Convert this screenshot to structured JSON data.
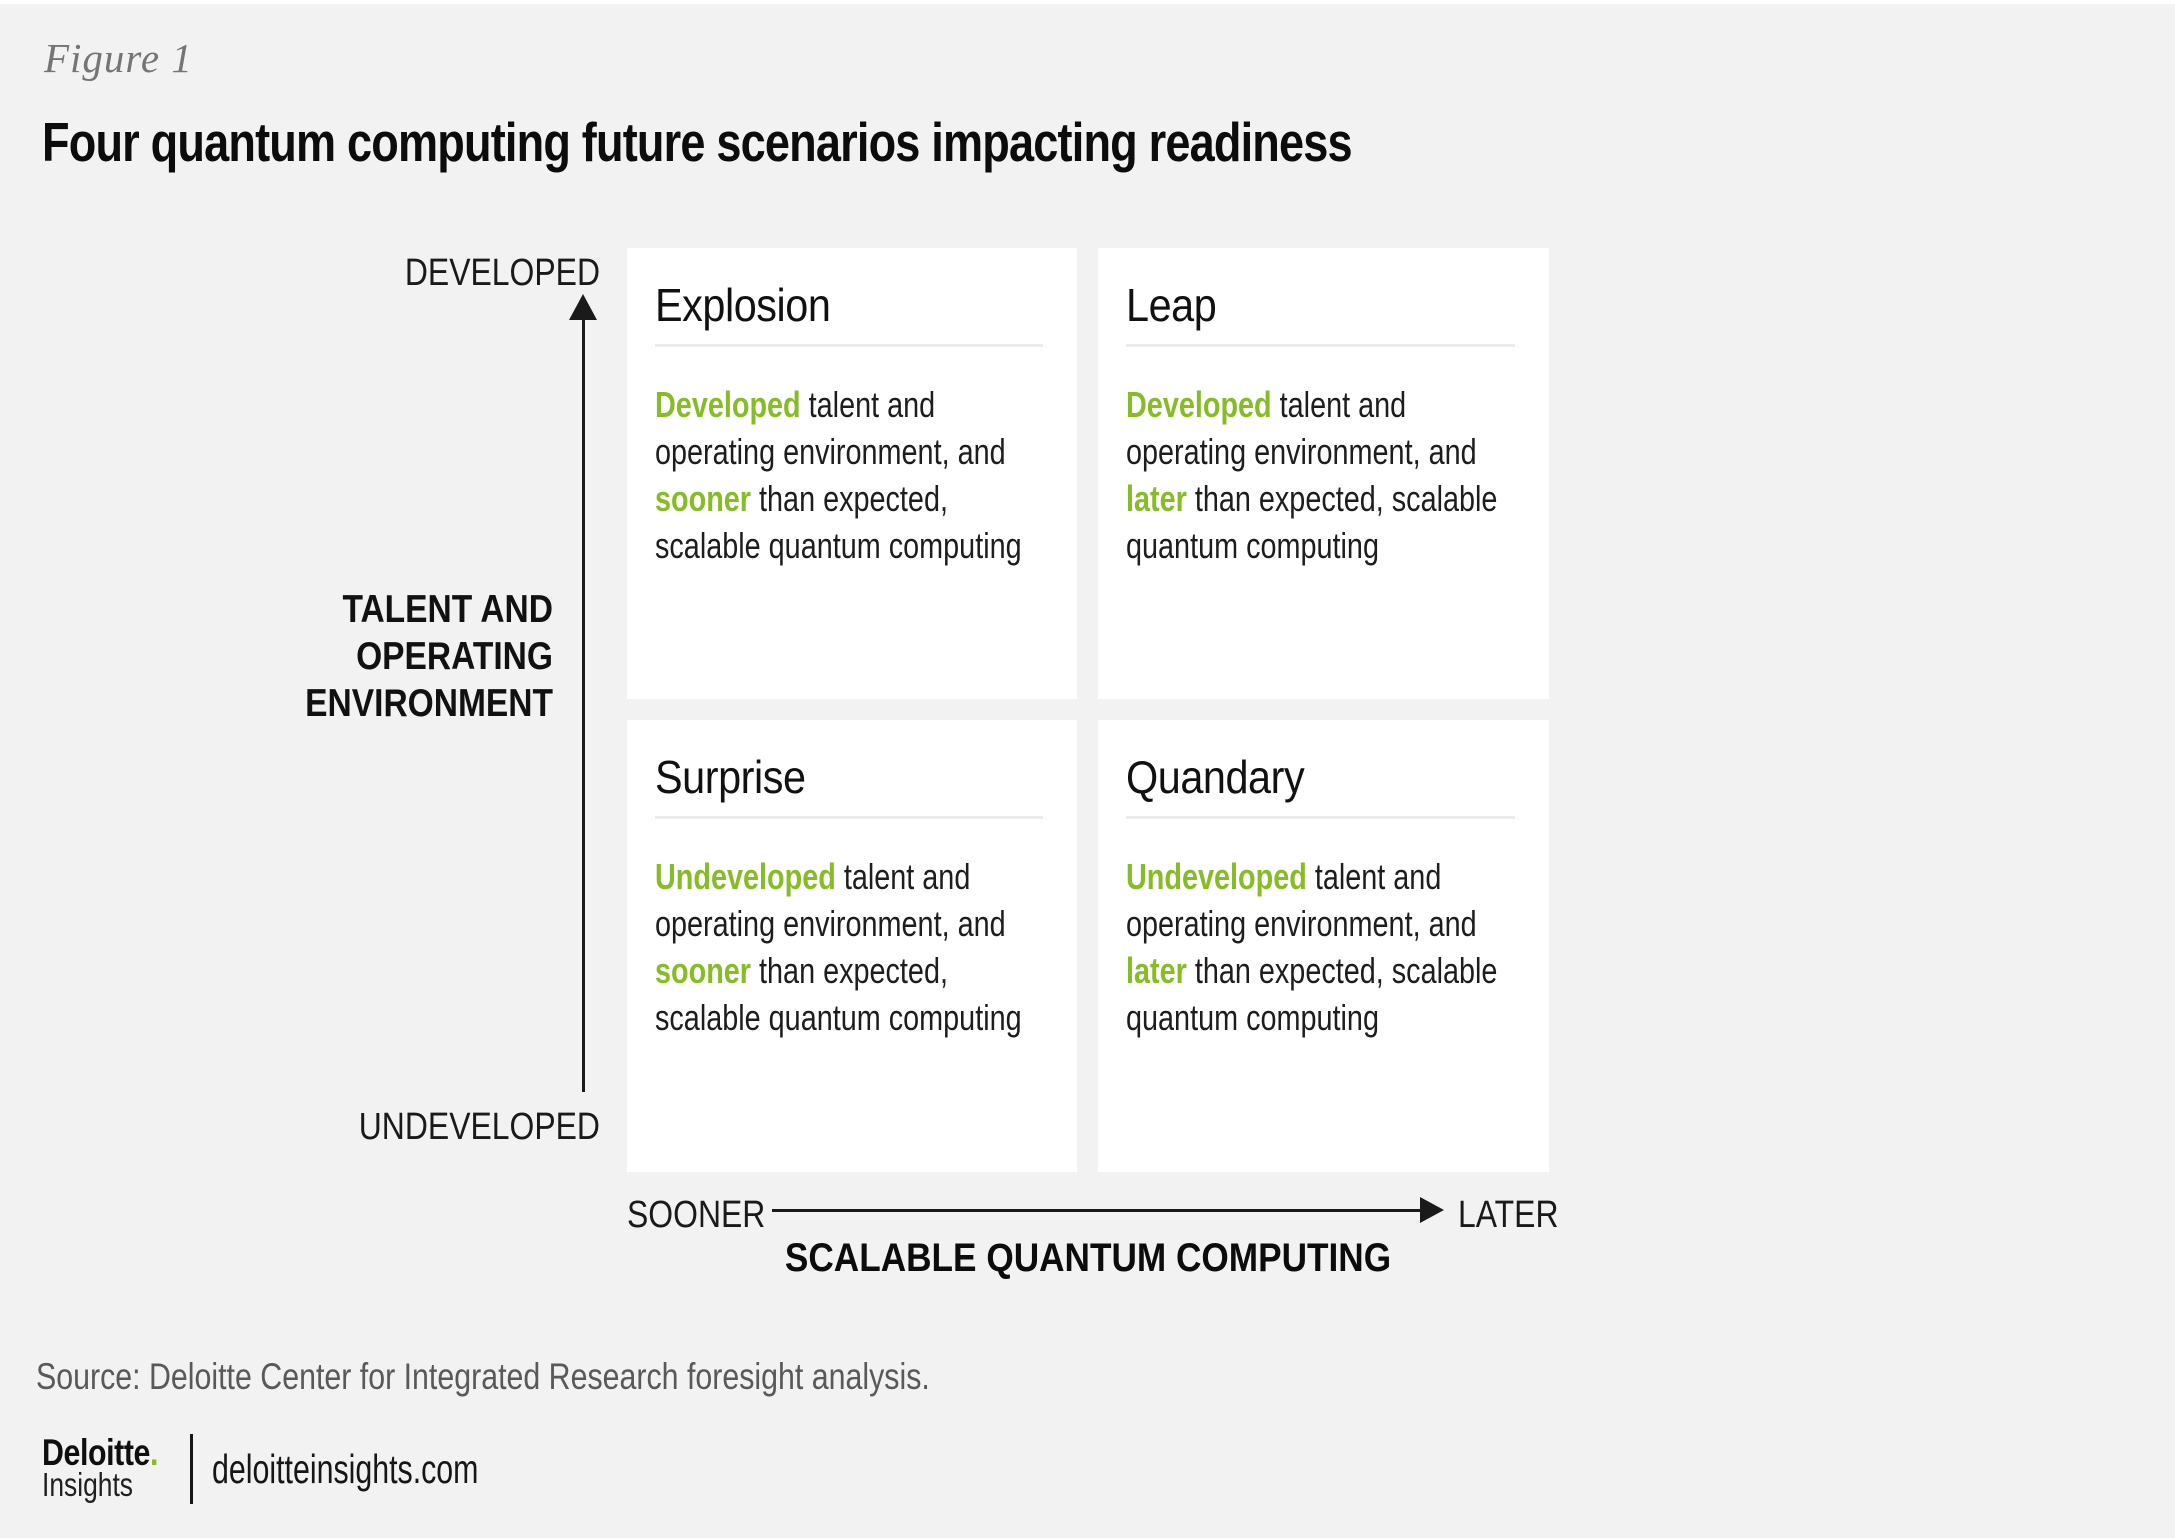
{
  "figure_label": "Figure 1",
  "title": "Four quantum computing future scenarios impacting readiness",
  "colors": {
    "background": "#f2f2f2",
    "card": "#ffffff",
    "accent_green": "#86bc25"
  },
  "y_axis": {
    "top_label": "DEVELOPED",
    "bottom_label": "UNDEVELOPED",
    "axis_title_lines": [
      "TALENT AND",
      "OPERATING",
      "ENVIRONMENT"
    ]
  },
  "x_axis": {
    "left_label": "SOONER",
    "right_label": "LATER",
    "axis_title": "SCALABLE QUANTUM COMPUTING"
  },
  "quadrants": {
    "explosion": {
      "title": "Explosion",
      "l1_green": "Developed",
      "l1_rest": " talent and",
      "l2": "operating environment, and",
      "l3_green": "sooner",
      "l3_rest": " than expected,",
      "l4": "scalable quantum computing"
    },
    "leap": {
      "title": "Leap",
      "l1_green": "Developed",
      "l1_rest": " talent and",
      "l2": "operating environment, and",
      "l3_green": "later",
      "l3_rest": " than expected, scalable",
      "l4": "quantum computing"
    },
    "surprise": {
      "title": "Surprise",
      "l1_green": "Undeveloped",
      "l1_rest": " talent and",
      "l2": "operating environment, and",
      "l3_green": "sooner",
      "l3_rest": " than expected,",
      "l4": "scalable quantum computing"
    },
    "quandary": {
      "title": "Quandary",
      "l1_green": "Undeveloped",
      "l1_rest": " talent and",
      "l2": "operating environment, and",
      "l3_green": "later",
      "l3_rest": " than expected, scalable",
      "l4": "quantum computing"
    }
  },
  "footer": {
    "source": "Source: Deloitte Center for Integrated Research foresight analysis.",
    "logo_primary": "Deloitte",
    "logo_dot": ".",
    "logo_secondary": "Insights",
    "website": "deloitteinsights.com"
  }
}
